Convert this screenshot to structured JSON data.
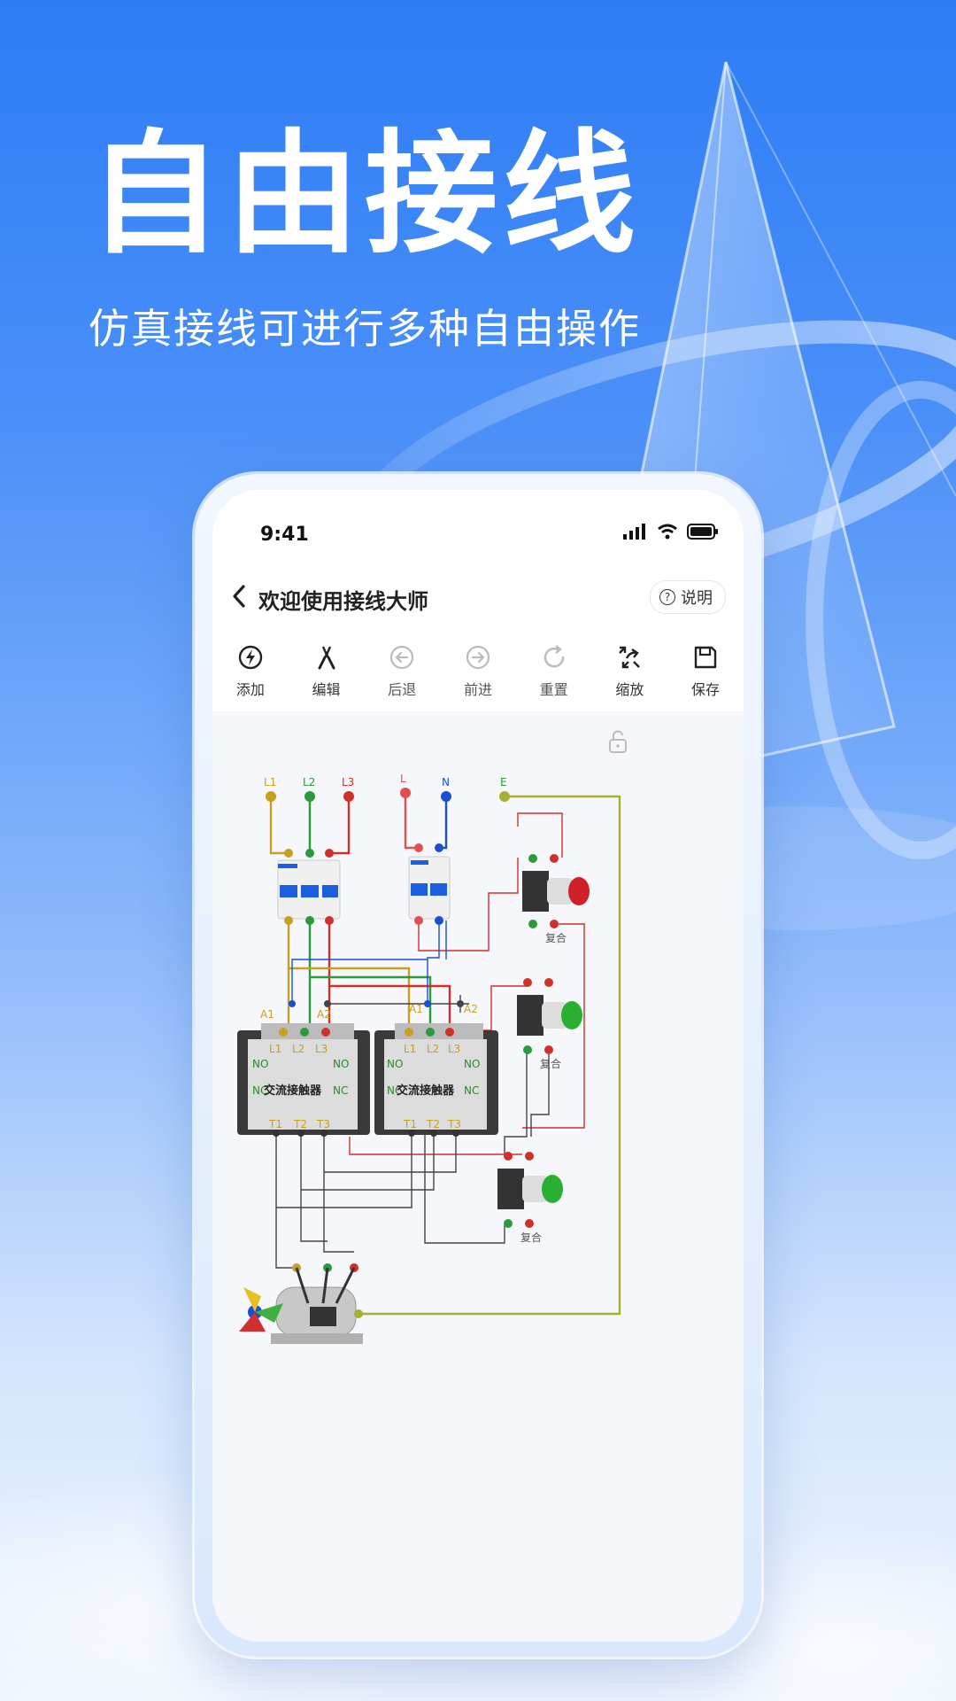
{
  "hero": {
    "title": "自由接线",
    "subtitle": "仿真接线可进行多种自由操作"
  },
  "status_bar": {
    "time": "9:41"
  },
  "nav": {
    "title": "欢迎使用接线大师",
    "help_label": "说明"
  },
  "toolbar": {
    "items": [
      {
        "label": "添加",
        "icon": "lightning-icon"
      },
      {
        "label": "编辑",
        "icon": "pliers-icon"
      },
      {
        "label": "后退",
        "icon": "arrow-left-circle-icon"
      },
      {
        "label": "前进",
        "icon": "arrow-right-circle-icon"
      },
      {
        "label": "重置",
        "icon": "refresh-icon"
      },
      {
        "label": "缩放",
        "icon": "zoom-icon"
      },
      {
        "label": "保存",
        "icon": "save-icon"
      }
    ]
  },
  "diagram": {
    "terminals": {
      "l1": "L1",
      "l2": "L2",
      "l3": "L3",
      "l": "L",
      "n": "N",
      "e": "E"
    },
    "contactor_name": "交流接触器",
    "contactor_terminals": {
      "a1": "A1",
      "a2": "A2",
      "t1": "T1",
      "t2": "T2",
      "t3": "T3",
      "cl1": "L1",
      "cl2": "L2",
      "cl3": "L3",
      "no": "NO",
      "nc": "NC"
    },
    "button_label": "复合"
  },
  "colors": {
    "accent": "#2d7cf6",
    "wire_yellow": "#c8a020",
    "wire_green": "#2a9a3a",
    "wire_red": "#d0302a",
    "wire_blue": "#1b4fd0",
    "wire_olive": "#a8b030",
    "wire_dark": "#444444"
  }
}
